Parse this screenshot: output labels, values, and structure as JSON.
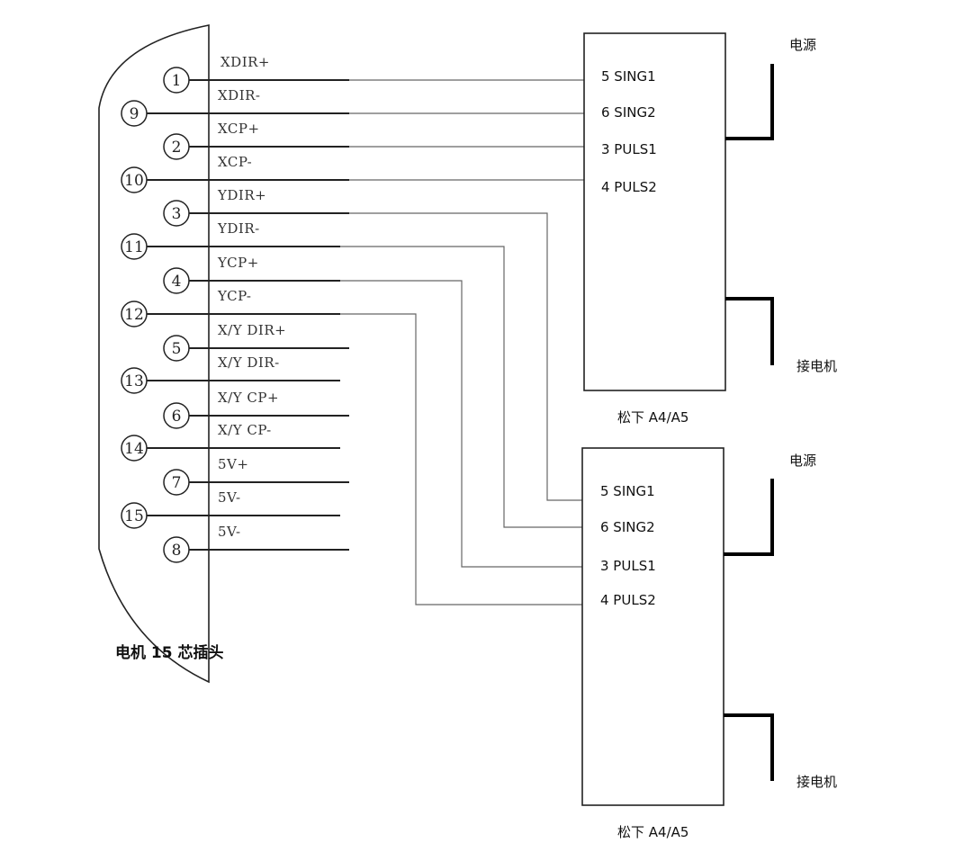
{
  "connector": {
    "caption": "电机 15 芯插头",
    "pins": [
      {
        "number": "1",
        "signal": "XDIR+"
      },
      {
        "number": "9",
        "signal": "XDIR-"
      },
      {
        "number": "2",
        "signal": "XCP+"
      },
      {
        "number": "10",
        "signal": "XCP-"
      },
      {
        "number": "3",
        "signal": "YDIR+"
      },
      {
        "number": "11",
        "signal": "YDIR-"
      },
      {
        "number": "4",
        "signal": "YCP+"
      },
      {
        "number": "12",
        "signal": "YCP-"
      },
      {
        "number": "5",
        "signal": "X/Y DIR+"
      },
      {
        "number": "13",
        "signal": "X/Y DIR-"
      },
      {
        "number": "6",
        "signal": "X/Y CP+"
      },
      {
        "number": "14",
        "signal": "X/Y CP-"
      },
      {
        "number": "7",
        "signal": "5V+"
      },
      {
        "number": "15",
        "signal": "5V-"
      },
      {
        "number": "8",
        "signal": "5V-"
      }
    ]
  },
  "drivers": [
    {
      "caption": "松下 A4/A5",
      "terminals": [
        "5 SING1",
        "6 SING2",
        "3 PULS1",
        "4 PULS2"
      ],
      "power_label": "电源",
      "motor_label": "接电机"
    },
    {
      "caption": "松下 A4/A5",
      "terminals": [
        "5 SING1",
        "6 SING2",
        "3 PULS1",
        "4 PULS2"
      ],
      "power_label": "电源",
      "motor_label": "接电机"
    }
  ],
  "colors": {
    "line": "#222222",
    "wire": "#666666",
    "heavy": "#000000"
  }
}
